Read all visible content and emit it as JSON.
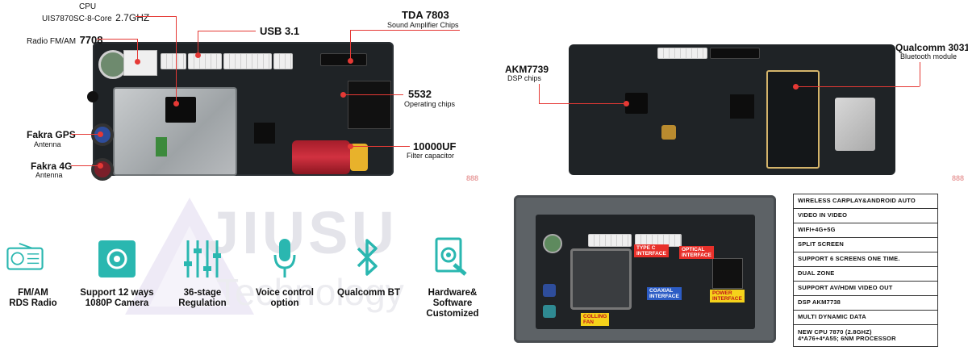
{
  "watermark": {
    "brand": "JIUSU",
    "sub": "Technology",
    "mark": "888"
  },
  "left_board": {
    "cpu_line1": "CPU",
    "cpu_line2_model": "UIS7870SC-8-Core",
    "cpu_line2_speed": "2.7GHZ",
    "radio_title": "Radio FM/AM",
    "radio_model": "7708",
    "usb": "USB 3.1",
    "tda_title": "TDA 7803",
    "tda_sub": "Sound Amplifier Chips",
    "op_title": "5532",
    "op_sub": "Operating chips",
    "gps_title": "Fakra GPS",
    "gps_sub": "Antenna",
    "g4_title": "Fakra 4G",
    "g4_sub": "Antenna",
    "cap_title": "10000UF",
    "cap_sub": "Filter capacitor"
  },
  "right_board": {
    "akm_title": "AKM7739",
    "akm_sub": "DSP chips",
    "bt_title": "Qualcomm 3031",
    "bt_sub": "Bluetooth module"
  },
  "unit": {
    "type_c": [
      "TYPE C",
      "INTERFACE"
    ],
    "optical": [
      "OPTICAL",
      "INTERFACE"
    ],
    "coaxial": [
      "COAXIAL",
      "INTERFACE"
    ],
    "power": [
      "POWER",
      "INTERFACE"
    ],
    "fan": [
      "COLLING",
      "FAN"
    ]
  },
  "feature_list": [
    "WIRELESS CARPLAY&ANDROID AUTO",
    "VIDEO IN VIDEO",
    "WIFI+4G+5G",
    "SPLIT SCREEN",
    "SUPPORT 6 SCREENS ONE TIME.",
    "DUAL ZONE",
    "SUPPORT AV/HDMI VIDEO OUT",
    "DSP AKM7738",
    "MULTI DYNAMIC DATA",
    "NEW CPU 7870 (2.8GHZ)",
    "4*A76+4*A55; 6NM PROCESSOR"
  ],
  "features": [
    {
      "icon": "radio-icon",
      "line1": "FM/AM",
      "line2": "RDS Radio"
    },
    {
      "icon": "camera-icon",
      "line1": "Support 12 ways",
      "line2": "1080P Camera"
    },
    {
      "icon": "equalizer-icon",
      "line1": "36-stage",
      "line2": "Regulation"
    },
    {
      "icon": "microphone-icon",
      "line1": "Voice control",
      "line2": "option"
    },
    {
      "icon": "bluetooth-icon",
      "line1": "Qualcomm BT",
      "line2": ""
    },
    {
      "icon": "hardware-software-icon",
      "line1": "Hardware&",
      "line2": "Software",
      "line3": "Customized"
    }
  ],
  "colors": {
    "accent": "#2ab7b0",
    "pointer": "#e53935"
  }
}
